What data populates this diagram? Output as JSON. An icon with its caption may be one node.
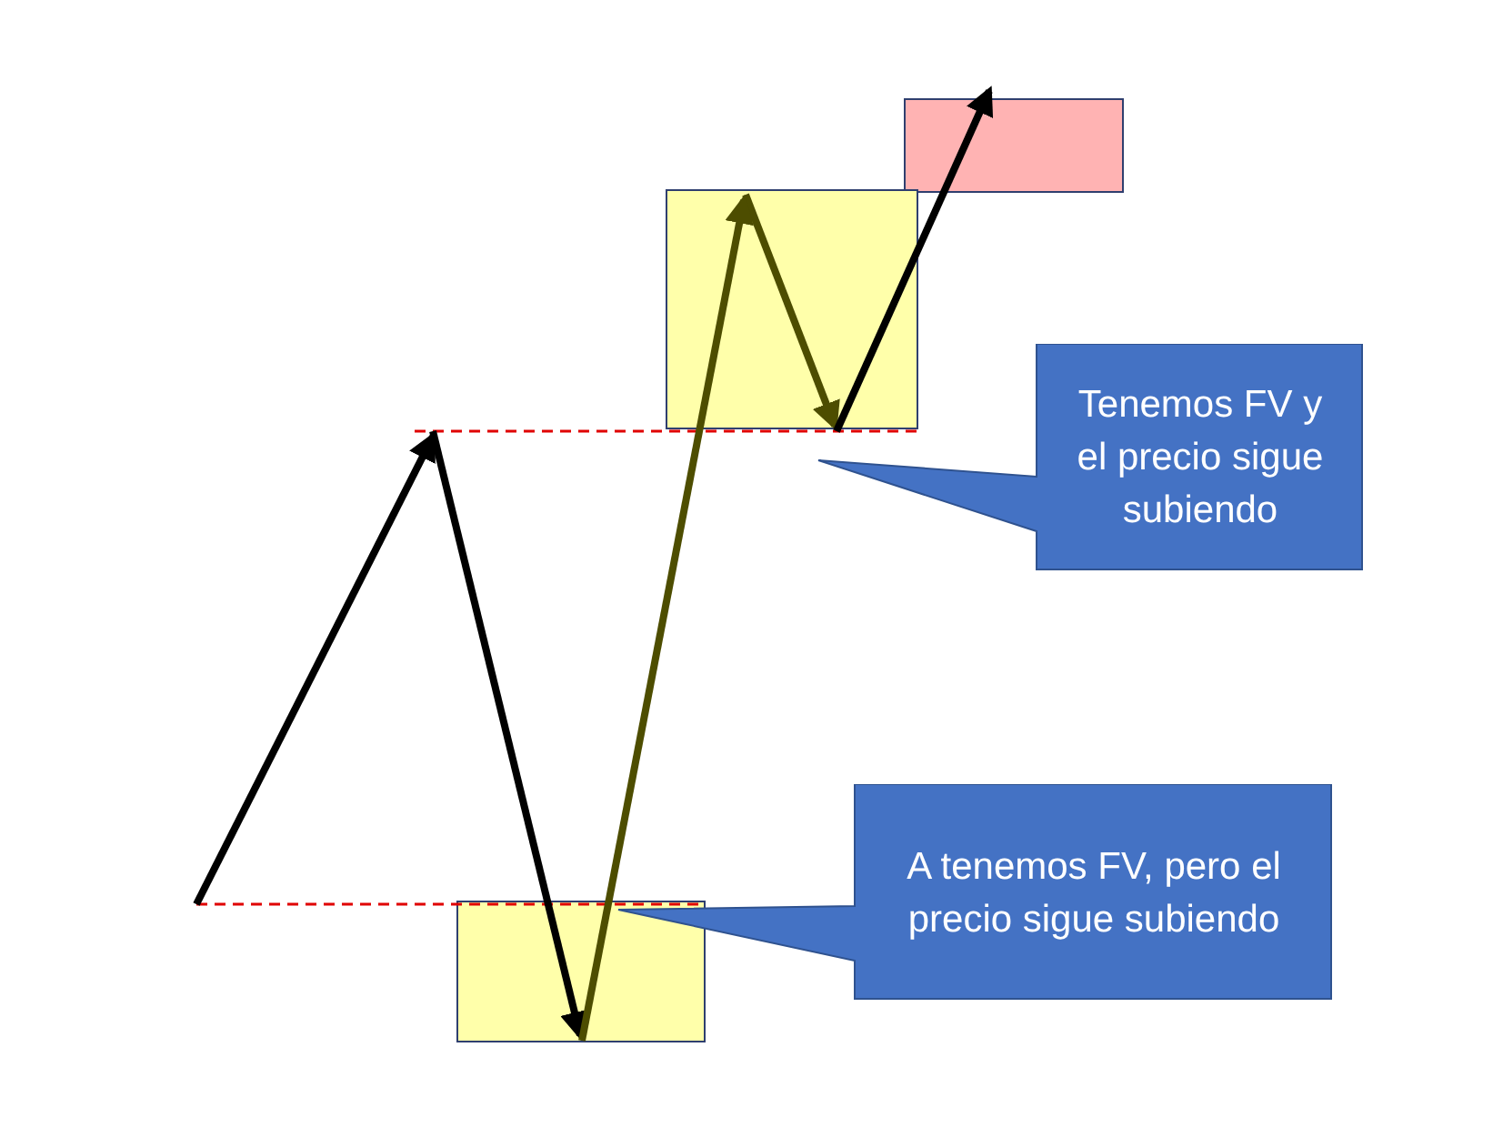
{
  "diagram": {
    "nodes": [
      {
        "text": [],
        "shape": "box"
      },
      {
        "text": [],
        "shape": "box"
      },
      {
        "text": [
          "Tenemos FV y el precio sigue subiendo"
        ]
      },
      {
        "text": [],
        "shape": "box"
      },
      {
        "text": [
          "A tenemos FV, pero el precio sigue subiendo"
        ]
      }
    ],
    "edges": [
      {
        "from": null,
        "to": 3,
        "arrow": "to"
      },
      {
        "from": 3,
        "to": 1,
        "arrow": "to",
        "color": "#4d4d00"
      },
      {
        "from": 1,
        "to": 0,
        "arrow": "to"
      }
    ]
  }
}
